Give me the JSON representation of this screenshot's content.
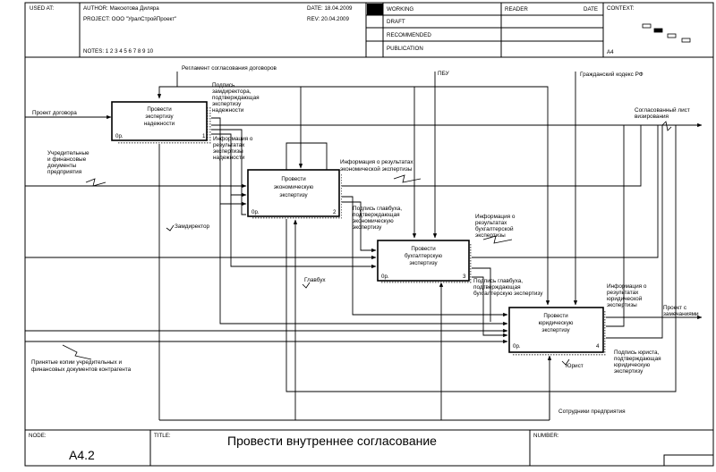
{
  "header": {
    "used_at_label": "USED AT:",
    "author": "AUTHOR:  Максютова Диляра",
    "project": "PROJECT:  ООО \"УралСтройПроект\"",
    "date": "DATE:  18.04.2009",
    "rev": "REV:  20.04.2009",
    "notes": "NOTES:  1  2  3  4  5  6  7  8  9  10",
    "status_working": "WORKING",
    "status_draft": "DRAFT",
    "status_recommended": "RECOMMENDED",
    "status_publication": "PUBLICATION",
    "reader": "READER",
    "reader_date": "DATE",
    "context": "CONTEXT:",
    "context_node": "A4"
  },
  "footer": {
    "node_label": "NODE:",
    "node_value": "A4.2",
    "title_label": "TITLE:",
    "title_value": "Провести  внутреннее согласование",
    "number_label": "NUMBER:"
  },
  "activities": [
    {
      "name": "Провести экспертизу надежности",
      "lines": [
        "Провести",
        "экспертизу",
        "надежности"
      ],
      "cost": "0р.",
      "num": "1"
    },
    {
      "name": "Провести экономическую экспертизу",
      "lines": [
        "Провести",
        "экономическую",
        "экспертизу"
      ],
      "cost": "0р.",
      "num": "2"
    },
    {
      "name": "Провести бухгалтерскую экспертизу",
      "lines": [
        "Провести",
        "бухгалтерскую",
        "экспертизу"
      ],
      "cost": "0р.",
      "num": "3"
    },
    {
      "name": "Провести юридическую экспертизу",
      "lines": [
        "Провести",
        "юридическую",
        "экспертизу"
      ],
      "cost": "0р.",
      "num": "4"
    }
  ],
  "arrow_labels": {
    "reglament": "Регламент согласования договоров",
    "pbu": "ПБУ",
    "gk": "Гражданский кодекс РФ",
    "proekt": "Проект договора",
    "uchred": [
      "Учредительные",
      "и финансовые",
      "документы",
      "предприятия"
    ],
    "podpis_zam": [
      "Подпись",
      "замдиректора,",
      "подтверждающая",
      "экспертизу",
      "надежности"
    ],
    "info_nadezh": [
      "Информация о",
      "результатах",
      "экспертизы",
      "надежности"
    ],
    "info_econ": [
      "Информация о результатах",
      "экономической экспертизы"
    ],
    "podpis_glavbuh_econ": [
      "Подпись главбуха,",
      "подтверждающая",
      "экономическую",
      "экспертизу"
    ],
    "info_buh": [
      "Информация о",
      "результатах",
      "бухгалтерской",
      "экспертизы"
    ],
    "podpis_glavbuh_buh": [
      "Подпись главбуха,",
      "подтверждающая",
      "бухгалтерскую экспертизу"
    ],
    "info_yur": [
      "Информация о",
      "результатах",
      "юридической",
      "экспертизы"
    ],
    "soglasovan": [
      "Согласованный лист",
      "визирования"
    ],
    "proekt_zamech": [
      "Проект с",
      "замечаниями"
    ],
    "podpis_yurist": [
      "Подпись юриста,",
      "подтверждающая",
      "юридическую",
      "экспертизу"
    ],
    "zamdirektor": "Замдиректор",
    "glavbuh": "Главбух",
    "yurist": "Юрист",
    "sotrudniki": "Сотрудники предприятия",
    "kopii": [
      "Принятые копии учредительных и",
      "финансовых документов контрагента"
    ]
  }
}
